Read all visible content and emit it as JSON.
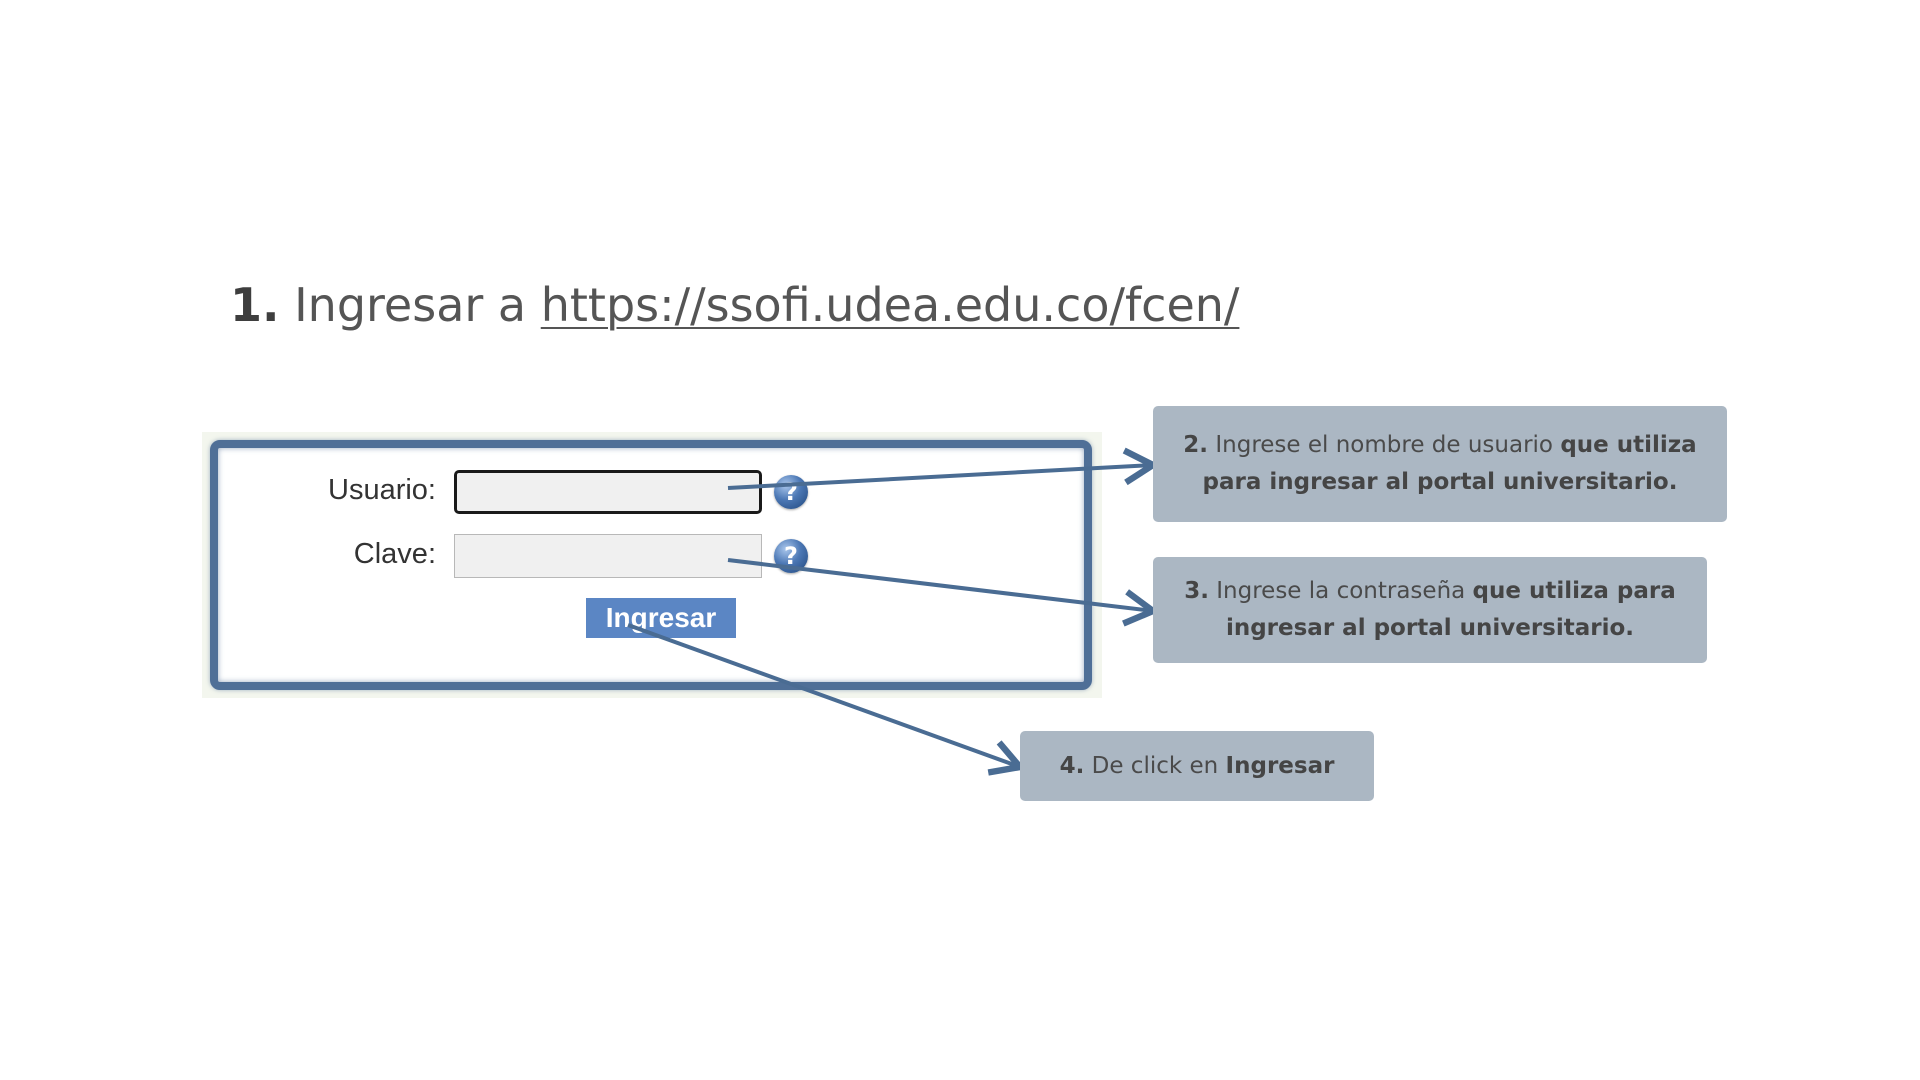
{
  "heading": {
    "step_number": "1.",
    "text": "Ingresar a",
    "link": "https://ssofi.udea.edu.co/fcen/"
  },
  "login_form": {
    "user_label": "Usuario:",
    "user_value": "",
    "password_label": "Clave:",
    "password_value": "",
    "help_icon_glyph": "?",
    "submit_label": "Ingresar"
  },
  "callouts": [
    {
      "number": "2.",
      "normal": "Ingrese el nombre de usuario",
      "bold": "que utiliza para ingresar al portal universitario."
    },
    {
      "number": "3.",
      "normal": "Ingrese la contraseña",
      "bold": "que utiliza para ingresar al portal universitario."
    },
    {
      "number": "4.",
      "normal": "De click en",
      "bold": "Ingresar"
    }
  ],
  "colors": {
    "callout_bg": "#abb7c3",
    "arrow": "#4a6c93",
    "panel_border": "#4f6f97",
    "button_bg": "#5b86c4"
  }
}
